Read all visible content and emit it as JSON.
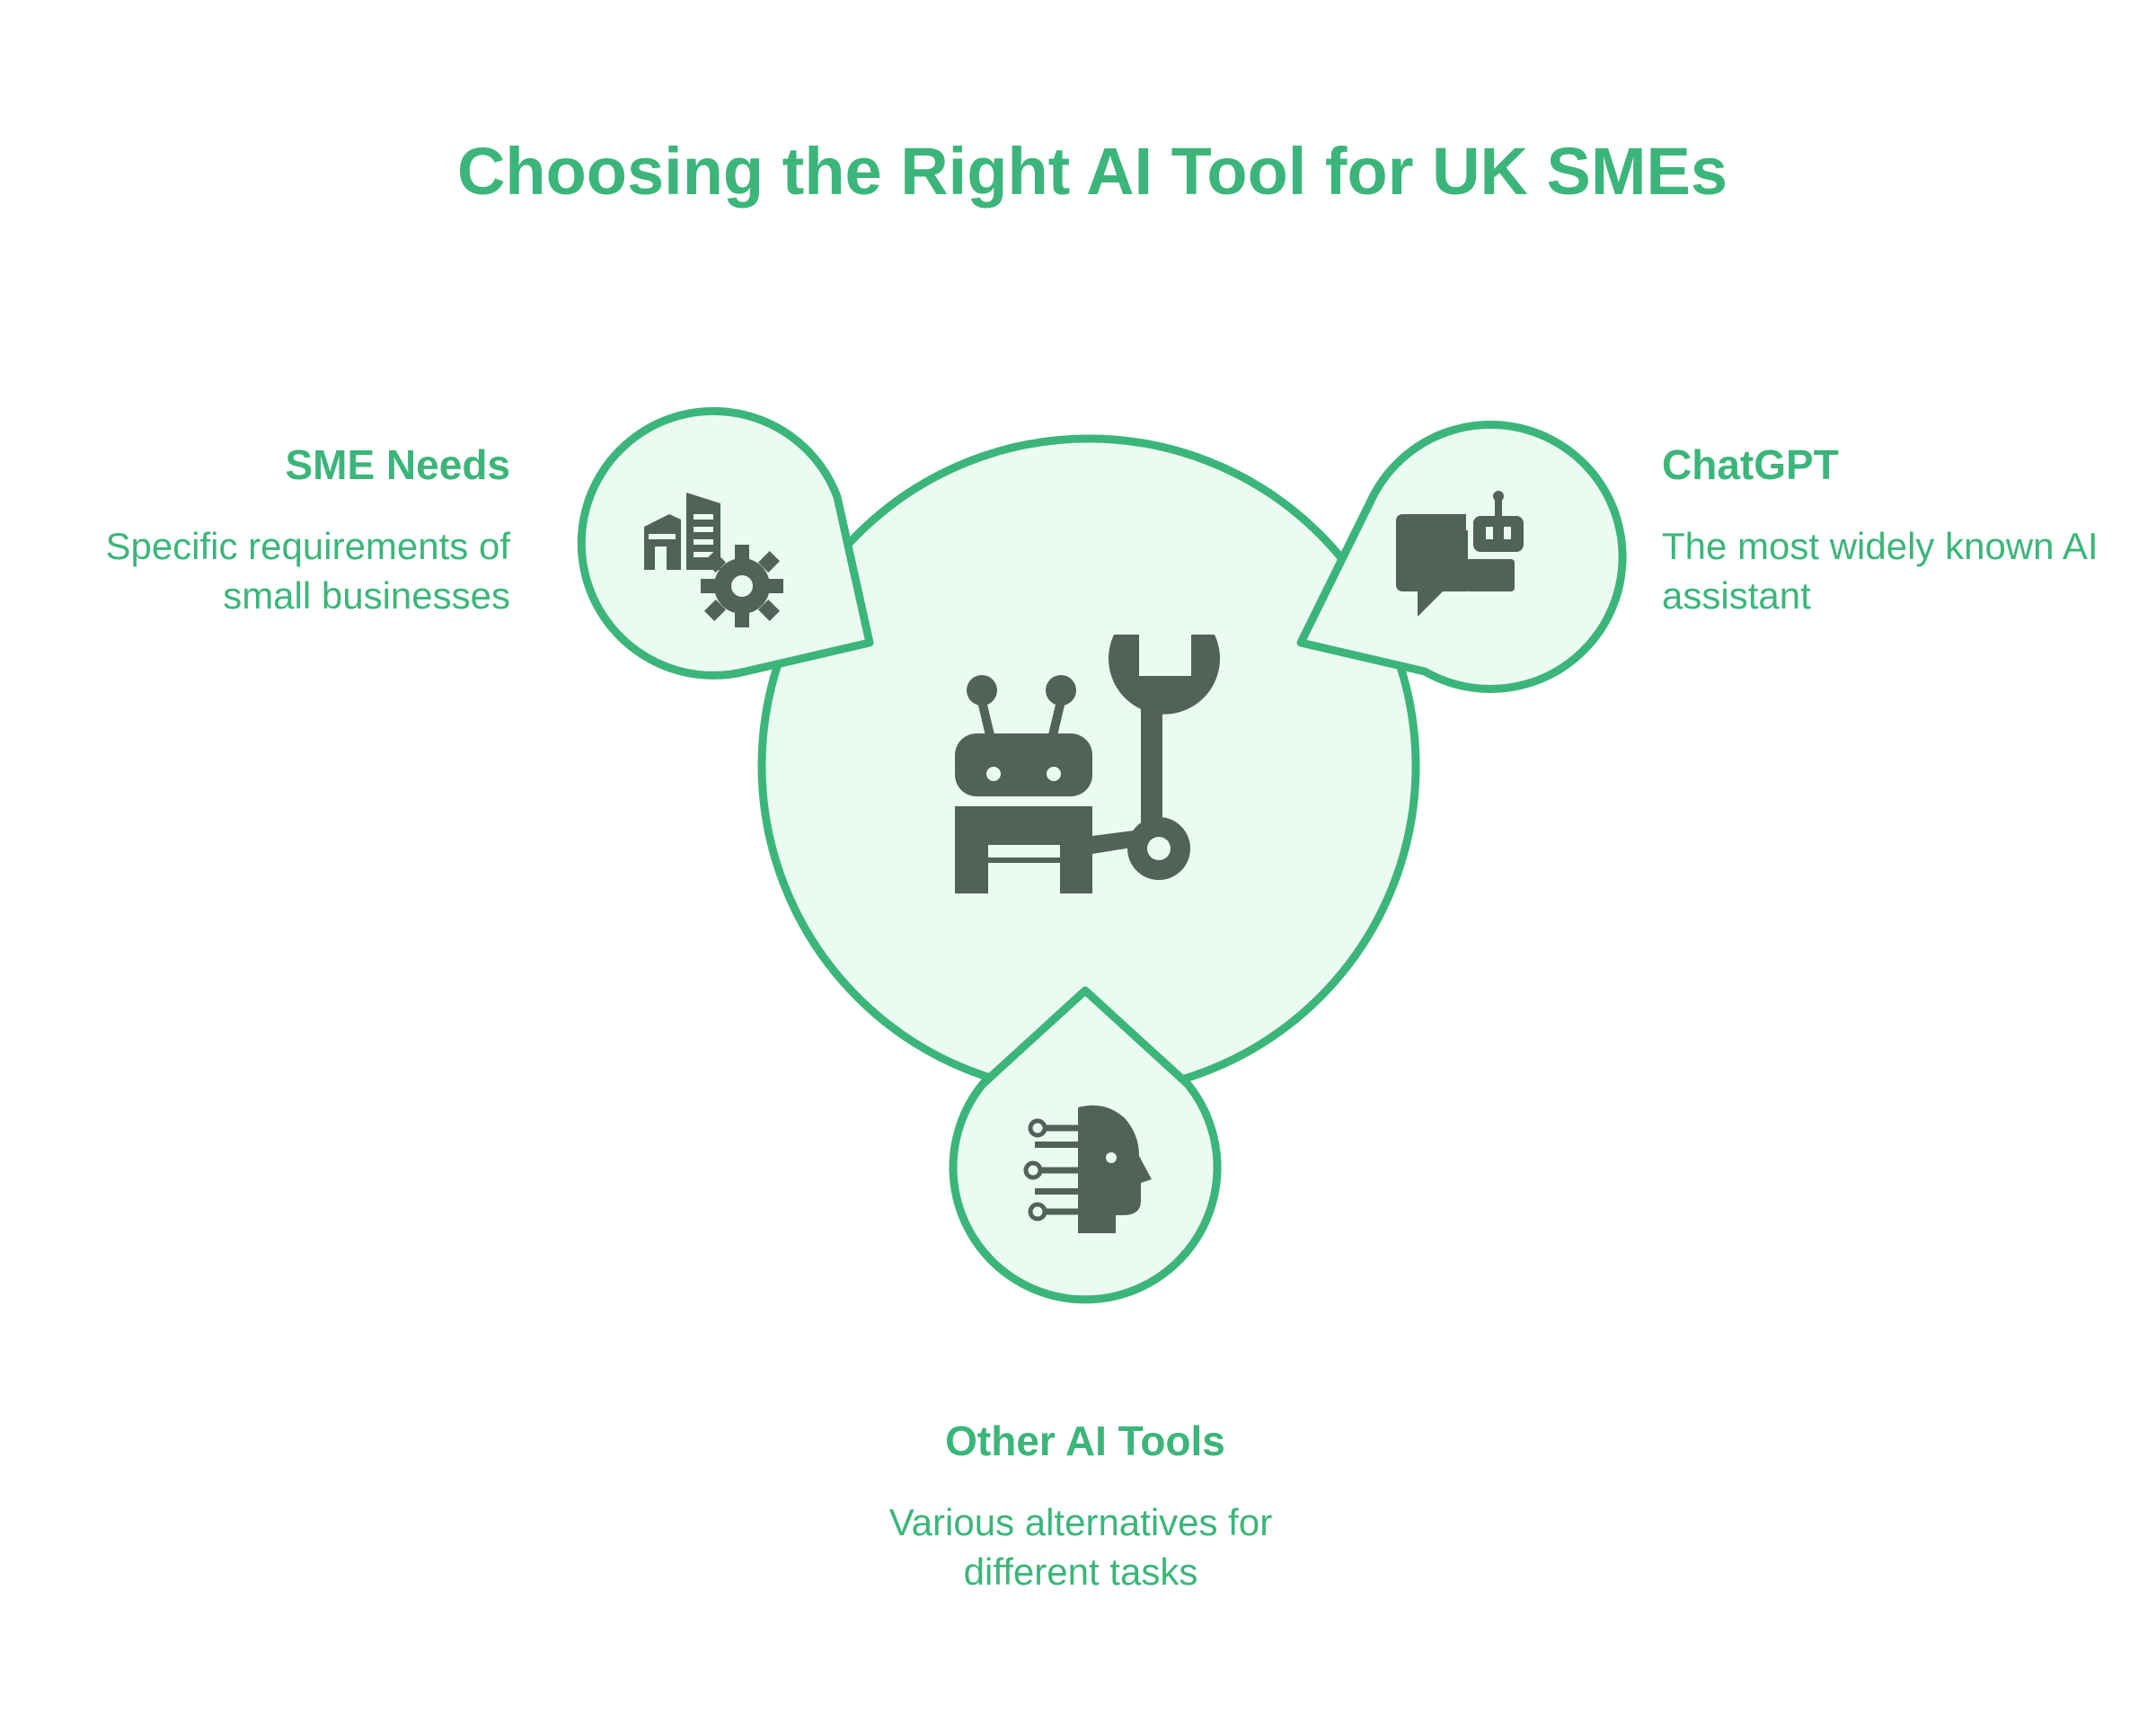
{
  "title": "Choosing the Right AI Tool for UK SMEs",
  "colors": {
    "accent": "#3cb57a",
    "fill": "#ebfbf2",
    "icon": "#4f6359",
    "background": "#ffffff"
  },
  "nodes": [
    {
      "id": "sme-needs",
      "heading": "SME Needs",
      "description": "Specific requirements of small businesses",
      "icon": "buildings-gear-icon"
    },
    {
      "id": "chatgpt",
      "heading": "ChatGPT",
      "description": "The most widely known AI assistant",
      "icon": "chat-bot-icon"
    },
    {
      "id": "other-ai-tools",
      "heading": "Other AI Tools",
      "description": "Various alternatives for different tasks",
      "icon": "ai-head-icon"
    }
  ],
  "center": {
    "icon": "robot-wrench-icon"
  }
}
